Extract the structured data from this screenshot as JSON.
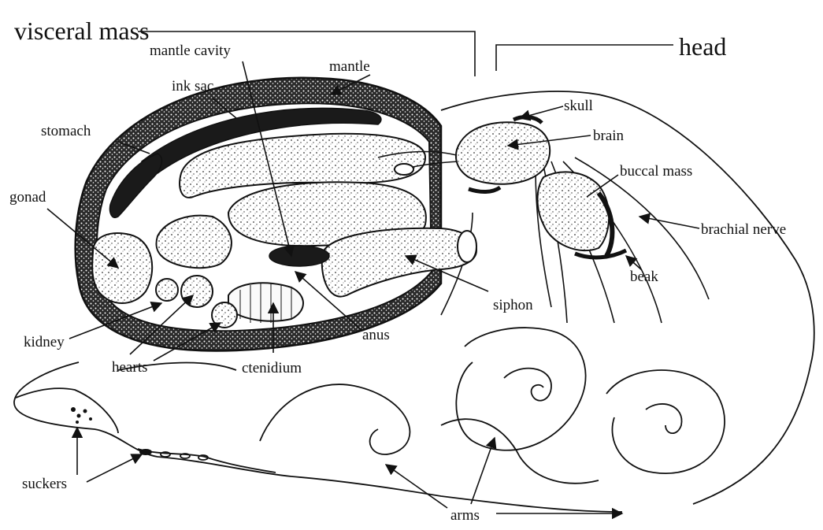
{
  "diagram": {
    "labels": {
      "visceral_mass": "visceral mass",
      "head": "head",
      "mantle_cavity": "mantle cavity",
      "mantle": "mantle",
      "ink_sac": "ink sac",
      "stomach": "stomach",
      "gonad": "gonad",
      "kidney": "kidney",
      "hearts": "hearts",
      "ctenidium": "ctenidium",
      "anus": "anus",
      "siphon": "siphon",
      "skull": "skull",
      "brain": "brain",
      "buccal_mass": "buccal mass",
      "brachial_nerve": "brachial nerve",
      "beak": "beak",
      "suckers": "suckers",
      "arms": "arms"
    }
  }
}
